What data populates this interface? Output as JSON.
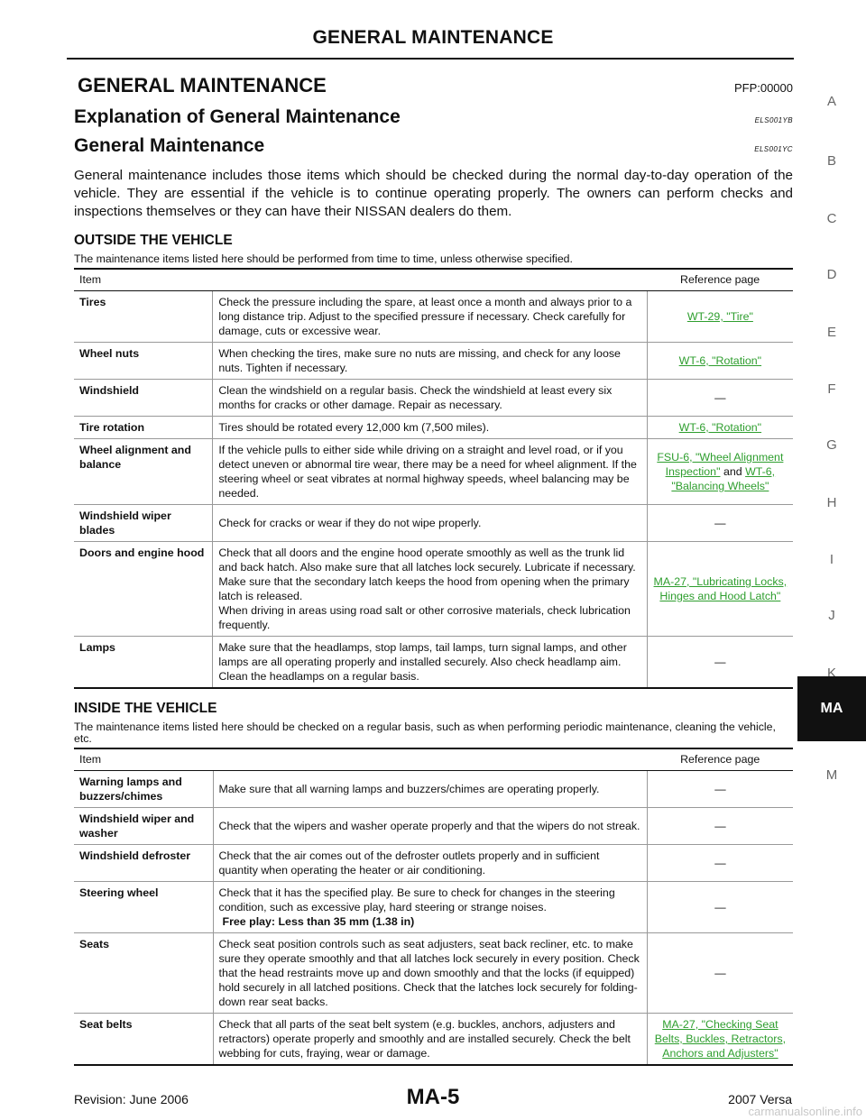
{
  "header": {
    "title": "GENERAL MAINTENANCE"
  },
  "side_index": [
    "A",
    "B",
    "C",
    "D",
    "E",
    "F",
    "G",
    "H",
    "I",
    "J",
    "K",
    "MA",
    "M"
  ],
  "section": {
    "title": "GENERAL MAINTENANCE",
    "code": "PFP:00000",
    "sub1_title": "Explanation of  General Maintenance",
    "sub1_code": "ELS001YB",
    "sub2_title": "General Maintenance",
    "sub2_code": "ELS001YC",
    "intro": "General maintenance includes those items which should be checked during the normal day-to-day operation of the vehicle. They are essential if the vehicle is to continue operating properly. The owners can perform checks and inspections themselves or they can have their NISSAN dealers do them."
  },
  "outside": {
    "title": "OUTSIDE THE VEHICLE",
    "note": "The maintenance items listed here should be performed from time to time, unless otherwise specified.",
    "col_item": "Item",
    "col_ref": "Reference page",
    "rows": [
      {
        "item": "Tires",
        "desc": "Check the pressure including the spare, at least once a month and always prior to a long distance trip. Adjust to the specified pressure if necessary. Check carefully for damage, cuts or excessive wear.",
        "ref": "WT-29, \"Tire\""
      },
      {
        "item": "Wheel nuts",
        "desc": "When checking the tires, make sure no nuts are missing, and check for any loose nuts. Tighten if necessary.",
        "ref": "WT-6, \"Rotation\""
      },
      {
        "item": "Windshield",
        "desc": "Clean the windshield on a regular basis. Check the windshield at least every six months for cracks or other damage. Repair as necessary.",
        "ref": "—"
      },
      {
        "item": "Tire rotation",
        "desc": "Tires should be rotated every 12,000 km (7,500 miles).",
        "ref": "WT-6, \"Rotation\""
      },
      {
        "item": "Wheel alignment and balance",
        "desc": "If the vehicle pulls to either side while driving on a straight and level road, or if you detect uneven or abnormal tire wear, there may be a need for wheel alignment. If the steering wheel or seat vibrates at normal highway speeds, wheel balancing may be needed.",
        "ref": "FSU-6, \"Wheel Alignment Inspection\"",
        "ref_and": "and",
        "ref2": "WT-6, \"Balancing Wheels\""
      },
      {
        "item": "Windshield wiper blades",
        "desc": "Check for cracks or wear if they do not wipe properly.",
        "ref": "—"
      },
      {
        "item": "Doors and engine hood",
        "desc": "Check that all doors and the engine hood operate smoothly as well as the trunk lid and back hatch. Also make sure that all latches lock securely. Lubricate if necessary. Make sure that the secondary latch keeps the hood from opening when the primary latch is released.",
        "desc2": "When driving in areas using road salt or other corrosive materials, check lubrication frequently.",
        "ref": "MA-27, \"Lubricating Locks, Hinges and Hood Latch\""
      },
      {
        "item": "Lamps",
        "desc": "Make sure that the headlamps, stop lamps, tail lamps, turn signal lamps, and other lamps are all operating properly and installed securely. Also check headlamp aim. Clean the headlamps on a regular basis.",
        "ref": "—"
      }
    ]
  },
  "inside": {
    "title": "INSIDE THE VEHICLE",
    "note": "The maintenance items listed here should be checked on a regular basis, such as when performing periodic maintenance, cleaning the vehicle, etc.",
    "col_item": "Item",
    "col_ref": "Reference page",
    "rows": [
      {
        "item": "Warning lamps and buzzers/chimes",
        "desc": "Make sure that all warning lamps and buzzers/chimes are operating properly.",
        "ref": "—"
      },
      {
        "item": "Windshield wiper and washer",
        "desc": "Check that the wipers and washer operate properly and that the wipers do not streak.",
        "ref": "—"
      },
      {
        "item": "Windshield defroster",
        "desc": "Check that the air comes out of the defroster outlets properly and in sufficient quantity when operating the heater or air conditioning.",
        "ref": "—"
      },
      {
        "item": "Steering wheel",
        "desc": "Check that it has the specified play. Be sure to check for changes in the steering condition, such as excessive play, hard steering or strange noises.",
        "desc_bold": "Free play: Less than 35 mm (1.38 in)",
        "ref": "—"
      },
      {
        "item": "Seats",
        "desc": "Check seat position controls such as seat adjusters, seat back recliner, etc. to make sure they operate smoothly and that all latches lock securely in every position. Check that the head restraints move up and down smoothly and that the locks (if equipped) hold securely in all latched positions. Check that the latches lock securely for folding-down rear seat backs.",
        "ref": "—"
      },
      {
        "item": "Seat belts",
        "desc": "Check that all parts of the seat belt system (e.g. buckles, anchors, adjusters and retractors) operate properly and smoothly and are installed securely. Check the belt webbing for cuts, fraying, wear or damage.",
        "ref": "MA-27, \"Checking Seat Belts, Buckles, Retractors, Anchors and Adjusters\""
      }
    ]
  },
  "footer": {
    "revision": "Revision: June 2006",
    "page": "MA-5",
    "model": "2007 Versa"
  },
  "watermark": "carmanualsonline.info",
  "colors": {
    "link": "#2e9e2e",
    "tab_active_bg": "#111111",
    "tab_inactive": "#666666"
  }
}
